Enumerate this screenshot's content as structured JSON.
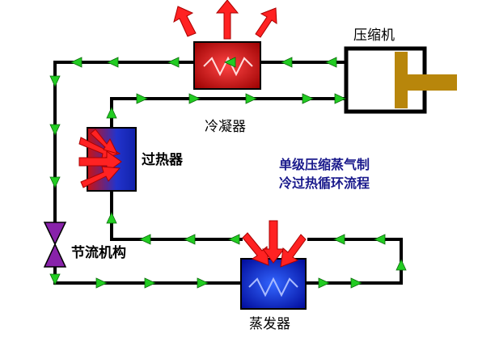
{
  "diagram": {
    "labels": {
      "compressor": "压缩机",
      "condenser": "冷凝器",
      "subcooler": "过热器",
      "throttle": "节流机构",
      "evaporator": "蒸发器"
    },
    "title_lines": [
      "单级压缩蒸气制",
      "冷过热循环流程"
    ],
    "colors": {
      "pipe": "#000000",
      "flow_arrow": "#22cc22",
      "heat_arrow": "#ff1a1a",
      "condenser_fill": "#dd1111",
      "evaporator_fill": "#1133dd",
      "subcooler_fill": "#2233cc",
      "piston": "#b8860b",
      "valve": "#8822aa"
    }
  }
}
